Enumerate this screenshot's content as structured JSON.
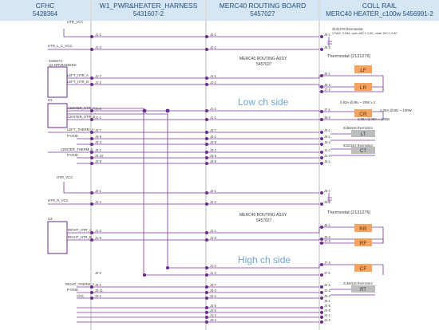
{
  "headers": [
    {
      "title": "CFHC",
      "part": "5428364"
    },
    {
      "title": "W1_PWR&HEATER_HARNESS",
      "part": "5431607-2"
    },
    {
      "title": "MERC40 ROUTING BOARD",
      "part": "5457027"
    },
    {
      "title": "COLL RAIL",
      "part": "MERC40 HEATER_c100w 5456991-2"
    }
  ],
  "labels": {
    "htr_vcc_top": "HTR_VCC",
    "htr_l_c_vcc": "HTR_L_C_VCC",
    "u2": "U2",
    "u2_part": "3428373",
    "u2_name": "DRV8432DKD",
    "left_htr_a": "LEFT_HTR_A",
    "left_htr_b": "LEFT_HTR_B",
    "u1": "U1",
    "center_htr_a": "CENTER_HTR_A",
    "center_htr_b": "CENTER_HTR_B",
    "left_therm_a": "LEFT_THERM_A",
    "p_gnd_1": "P-GND",
    "center_therm_a": "CENTER_THERM_A",
    "p_gnd_2": "P-GND",
    "htr_vcc_mid": "HTR_VCC",
    "htr_r_vcc": "HTR_R_VCC",
    "u3": "U3",
    "right_htr_a": "RIGHT_HTR_A",
    "right_htr_b": "RIGHT_HTR_B",
    "right_therm_a": "RIGHT_THERM_A",
    "p_gnd_3": "P-GND",
    "chgnd": "ChG",
    "routing_assy_1": "MERC40 ROUTING ASSY",
    "routing_assy_1_part": "5457027",
    "routing_assy_2": "MERC40 ROUTING ASSY",
    "routing_assy_2_part": "5457027",
    "low_side": "Low ch side",
    "high_side": "High ch side",
    "thermostat_top_part": "2131276 thermostat",
    "thermostat_top_spec": "17VAC, 3.53A, open 48C+/-2.8C, close 39C+/-2.8C",
    "thermostat_1": "Thermostat (2131276)",
    "thermostat_2": "Thermostat (2131276)",
    "heater_lf": "LF",
    "heater_lr": "LR",
    "heater_cr": "CR",
    "heater_rr": "RR",
    "heater_rf": "RF",
    "heater_cf": "CF",
    "therm_lt": "LT",
    "therm_ct": "CT",
    "therm_rt": "RT",
    "therm_part_1": "2159416 thermistor",
    "therm_part_2": "5422267 thermistor",
    "therm_part_3": "2159416 thermistor",
    "power_left": "0.83A @48v ~ 20W x 2",
    "power_center_1": "2.06A @48v ~ 100W",
    "power_center_2": "2.08A @48V ~ 100W"
  },
  "pins": {
    "a1": "J1-1",
    "a2": "J1-3",
    "a3": "J1-7",
    "a4": "J1-2",
    "a5": "J1-6",
    "a6": "J1-1",
    "a7": "J3-7",
    "a8": "J3-9",
    "a9": "J3-3",
    "a10": "J3-1",
    "a11": "J3-10",
    "a12": "J3-8",
    "a13": "J2-1",
    "a14": "J2-4",
    "a15": "J1-3",
    "a16": "J1-8",
    "a17": "J2-2",
    "a18": "J3-1",
    "a19": "J3-11",
    "a20": "J3-2",
    "b1": "J2-1",
    "b2": "J2-2",
    "b3": "J1-1",
    "b4": "J1-2",
    "b5": "J1-4",
    "b6": "J1-1",
    "b7": "J3-7",
    "b8": "J3-1",
    "b9": "J3-8",
    "b10": "J3-2",
    "b11": "J3-5",
    "b12": "J3-6",
    "b13": "J2-1",
    "b14": "J2-2",
    "b15": "J1-1",
    "b16": "J1-3",
    "b17": "J1-2",
    "b18": "J1-4",
    "b19": "J1-2",
    "b20": "J3-7",
    "b21": "J3-3",
    "b22": "J3-4",
    "b23": "J3-5",
    "b24": "J3-6",
    "b25": "J3-2",
    "c1": "J8-1",
    "c2": "J8-2",
    "c3": "J6-1",
    "c4": "J6-2",
    "c5": "J7-2",
    "c6": "J7-1",
    "c7": "J6-2",
    "c8": "J6-1",
    "c9": "J8-1",
    "c10": "J8-2",
    "c11": "J4-1",
    "c12": "J4-2",
    "c13": "J5-1",
    "c14": "J5-2",
    "c15": "J8-1",
    "c16": "J8-2",
    "c17": "J6-1",
    "c18": "J6-2",
    "c19": "J7-3",
    "c20": "J7-1",
    "c21": "J7-2",
    "c22": "J8-1",
    "c23": "J2-1",
    "c24": "J2-3",
    "c25": "J3-5",
    "c26": "J3-6",
    "c27": "J4-1",
    "c28": "J4-2"
  }
}
